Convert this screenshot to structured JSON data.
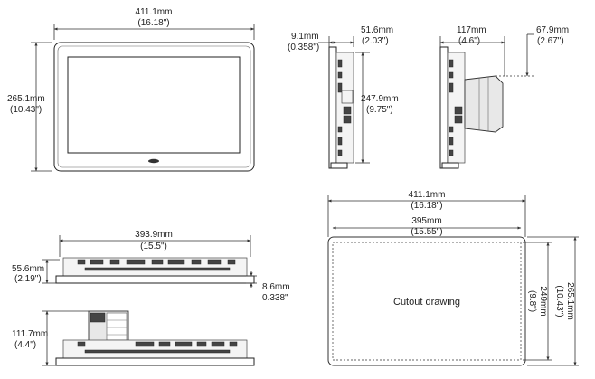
{
  "front": {
    "width_mm": "411.1mm",
    "width_in": "(16.18\")",
    "height_mm": "265.1mm",
    "height_in": "(10.43\")"
  },
  "side": {
    "bezel_mm": "9.1mm",
    "bezel_in": "(0.358\")",
    "depth_mm": "51.6mm",
    "depth_in": "(2.03\")",
    "height_mm": "247.9mm",
    "height_in": "(9.75\")"
  },
  "side_module": {
    "depth_mm": "117mm",
    "depth_in": "(4.6\")",
    "module_mm": "67.9mm",
    "module_in": "(2.67\")"
  },
  "bottom": {
    "width_mm": "393.9mm",
    "width_in": "(15.5\")",
    "depth_mm": "55.6mm",
    "depth_in": "(2.19\")",
    "bezel_mm": "8.6mm",
    "bezel_in": "0.338\""
  },
  "bottom_module": {
    "depth_mm": "111.7mm",
    "depth_in": "(4.4\")"
  },
  "cutout": {
    "outer_mm": "411.1mm",
    "outer_in": "(16.18\")",
    "width_mm": "395mm",
    "width_in": "(15.55\")",
    "label": "Cutout drawing",
    "inner_h_mm": "249mm",
    "inner_h_in": "(9.8\")",
    "outer_h_mm": "265.1mm",
    "outer_h_in": "(10.43\")"
  }
}
